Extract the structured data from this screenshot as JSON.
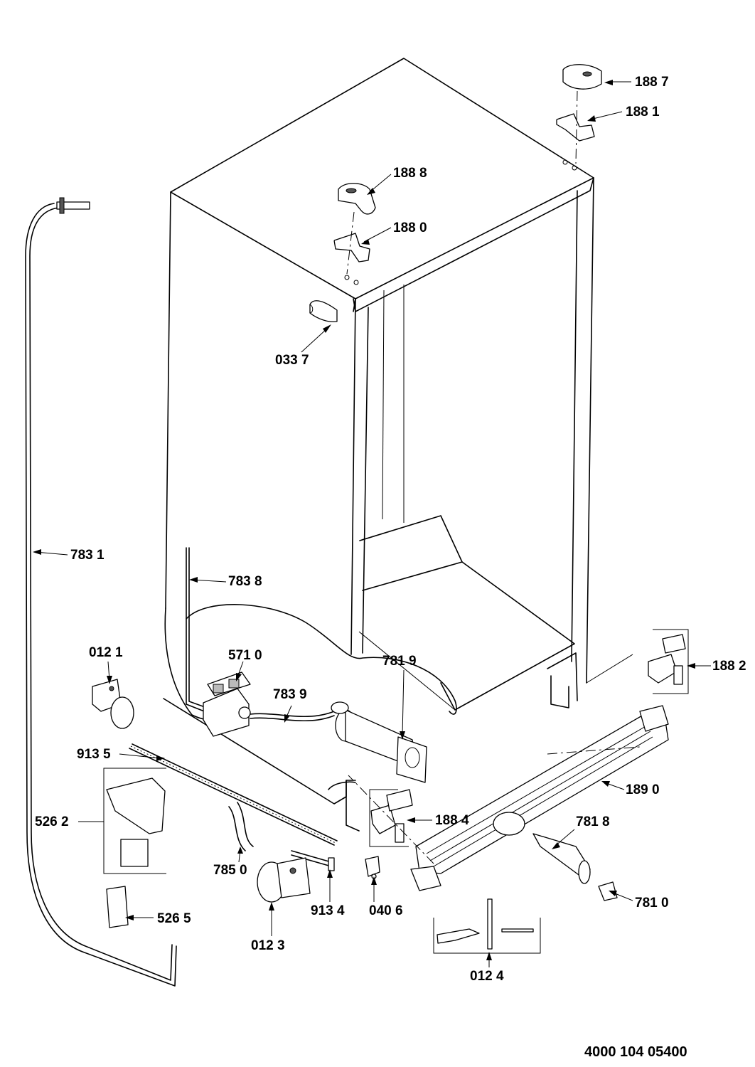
{
  "callouts": {
    "c1887": "188 7",
    "c1881": "188 1",
    "c1888": "188 8",
    "c1880": "188 0",
    "c0337": "033 7",
    "c7831": "783 1",
    "c7838": "783 8",
    "c0121": "012 1",
    "c5710": "571 0",
    "c7819": "781 9",
    "c7839": "783 9",
    "c1882": "188 2",
    "c9135": "913 5",
    "c1890": "189 0",
    "c5262": "526 2",
    "c1884": "188 4",
    "c7818": "781 8",
    "c7850": "785 0",
    "c9134": "913 4",
    "c0406": "040 6",
    "c7810": "781 0",
    "c5265": "526 5",
    "c0123": "012 3",
    "c0124": "012 4"
  },
  "drawing_number": "4000 104 05400"
}
